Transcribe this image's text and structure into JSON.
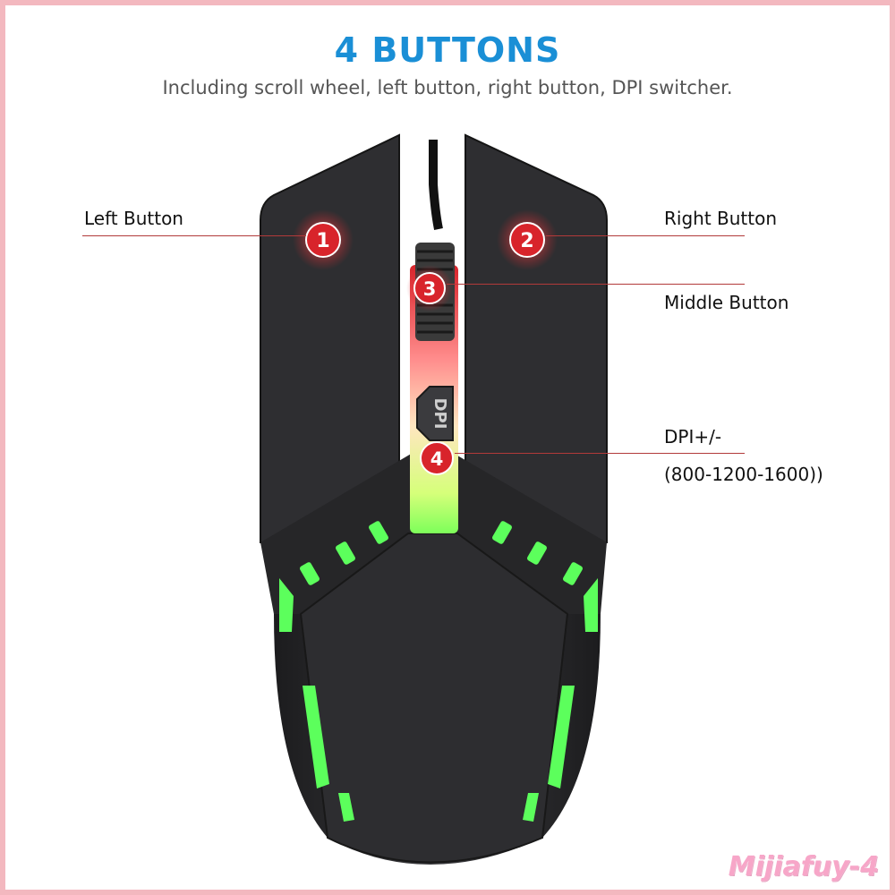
{
  "heading": {
    "title": "4 BUTTONS",
    "subtitle": "Including scroll wheel, left button, right button, DPI switcher."
  },
  "callouts": [
    {
      "number": "1",
      "label": "Left Button"
    },
    {
      "number": "2",
      "label": "Right Button"
    },
    {
      "number": "3",
      "label": "Middle Button"
    },
    {
      "number": "4",
      "label": "DPI+/-",
      "sublabel": "(800-1200-1600))"
    }
  ],
  "mouse": {
    "dpi_text": "DPI",
    "colors": {
      "body": "#2b2b2d",
      "accent_red": "#d8242b",
      "led_green": "#4dff4d",
      "strip_glow": "#ffd9a0"
    }
  },
  "watermark": "Mijiafuy-4",
  "colors": {
    "title": "#1a8fd6",
    "border": "#f3b8bf",
    "callout_line": "#b23a3a"
  }
}
